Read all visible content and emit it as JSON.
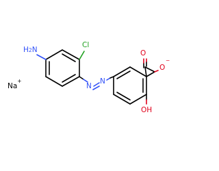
{
  "molecule": {
    "colors": {
      "carbon_bond": "#000000",
      "nitrogen": "#3050F8",
      "oxygen": "#E0001A",
      "chlorine": "#1FA01F",
      "sodium": "#000000"
    },
    "labels": {
      "amine": "H",
      "amine_sub": "2",
      "amine_n": "N",
      "chloro": "Cl",
      "azo_n1": "N",
      "azo_n2": "N",
      "carbonyl_o": "O",
      "carboxylate_o": "O",
      "carboxylate_charge": "−",
      "hydroxyl": "OH",
      "sodium": "Na",
      "sodium_charge": "+"
    }
  }
}
